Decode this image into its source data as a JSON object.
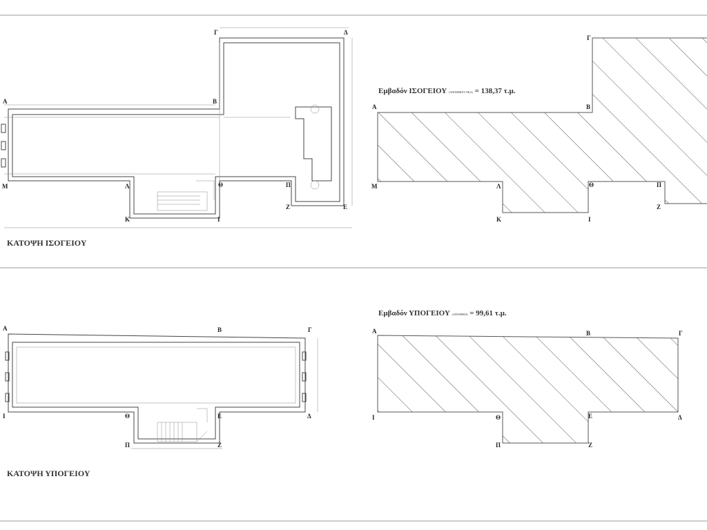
{
  "ground_floor": {
    "title": "ΚΑΤΟΨΗ ΙΣΟΓΕΙΟΥ",
    "area_label": "Εμβαδόν ΙΣΟΓΕΙΟΥ",
    "area_note": "(ΑΠΟΘΗΚΕΥΤΙΚΑ)",
    "area_value": "= 138,37 τ.μ.",
    "plan_points": {
      "G": "Γ",
      "D": "Δ",
      "A": "Α",
      "B": "Β",
      "M": "Μ",
      "L": "Λ",
      "TH": "Θ",
      "P": "Π",
      "K": "Κ",
      "I": "Ι",
      "Z": "Ζ",
      "E": "Ε"
    },
    "area_points": {
      "G": "Γ",
      "A": "Α",
      "B": "Β",
      "M": "Μ",
      "L": "Λ",
      "TH": "Θ",
      "P": "Π",
      "K": "Κ",
      "I": "Ι",
      "Z": "Ζ"
    }
  },
  "basement": {
    "title": "ΚΑΤΟΨΗ ΥΠΟΓΕΙΟΥ",
    "area_label": "Εμβαδόν ΥΠΟΓΕΙΟΥ",
    "area_note": "(ΑΠΟΘΗΚΗ)",
    "area_value": "= 99,61 τ.μ.",
    "plan_points": {
      "A": "Α",
      "B": "Β",
      "G": "Γ",
      "I": "Ι",
      "TH": "Θ",
      "E": "Ε",
      "D": "Δ",
      "P": "Π",
      "Z": "Ζ"
    },
    "area_points": {
      "A": "Α",
      "B": "Β",
      "G": "Γ",
      "I": "Ι",
      "TH": "Θ",
      "E": "Ε",
      "D": "Δ",
      "P": "Π",
      "Z": "Ζ"
    }
  }
}
